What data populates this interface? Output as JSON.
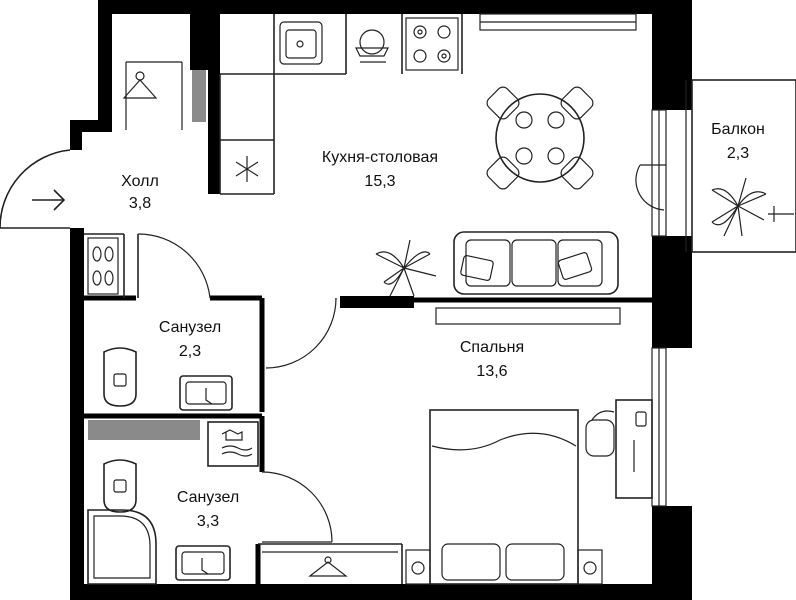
{
  "rooms": [
    {
      "id": "hall",
      "name": "Холл",
      "area": "3,8"
    },
    {
      "id": "kitchen",
      "name": "Кухня-столовая",
      "area": "15,3"
    },
    {
      "id": "balcony",
      "name": "Балкон",
      "area": "2,3"
    },
    {
      "id": "bath1",
      "name": "Санузел",
      "area": "2,3"
    },
    {
      "id": "bedroom",
      "name": "Спальня",
      "area": "13,6"
    },
    {
      "id": "bath2",
      "name": "Санузел",
      "area": "3,3"
    }
  ],
  "colors": {
    "wall": "#000000",
    "line": "#222222",
    "grey_block": "#8a8a8a",
    "background": "#ffffff"
  },
  "icons": [
    "entry-arrow-icon",
    "hanger-icon",
    "sink-icon",
    "stove-icon",
    "dishes-icon",
    "fridge-snowflake-icon",
    "dining-table-icon",
    "sofa-icon",
    "plant-icon",
    "toilet-icon",
    "washbasin-icon",
    "washing-machine-icon",
    "shower-icon",
    "bed-icon",
    "desk-chair-icon",
    "shoes-icon",
    "tv-icon"
  ]
}
